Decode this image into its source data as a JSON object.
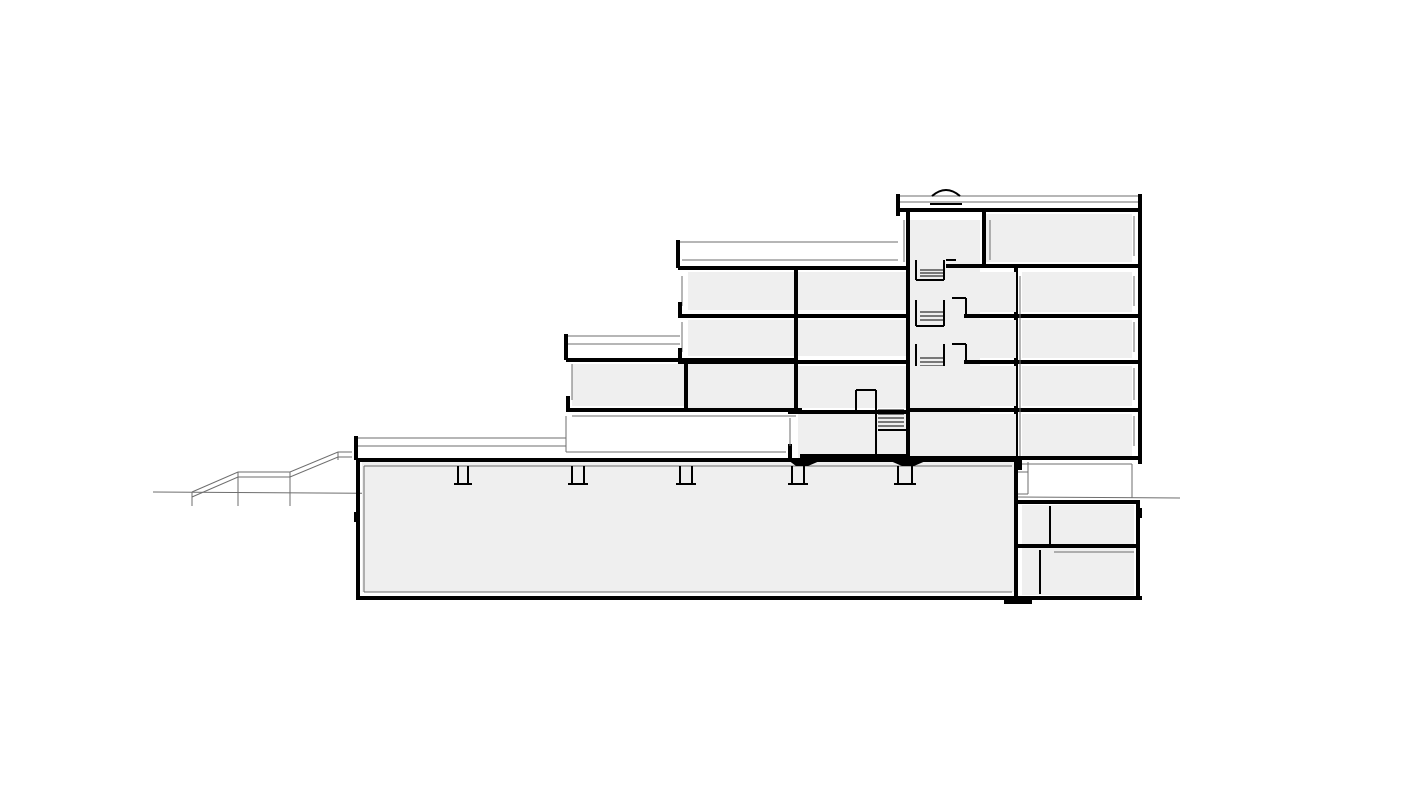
{
  "drawing": {
    "kind": "building-cross-section",
    "colors": {
      "background": "#ffffff",
      "room_fill": "#efefef",
      "wall": "#000000",
      "hairline": "#6e6e6e"
    },
    "levels_visible": {
      "basement": 1,
      "ground_hall": 1,
      "upper_floors_max": 5
    },
    "labels": []
  }
}
